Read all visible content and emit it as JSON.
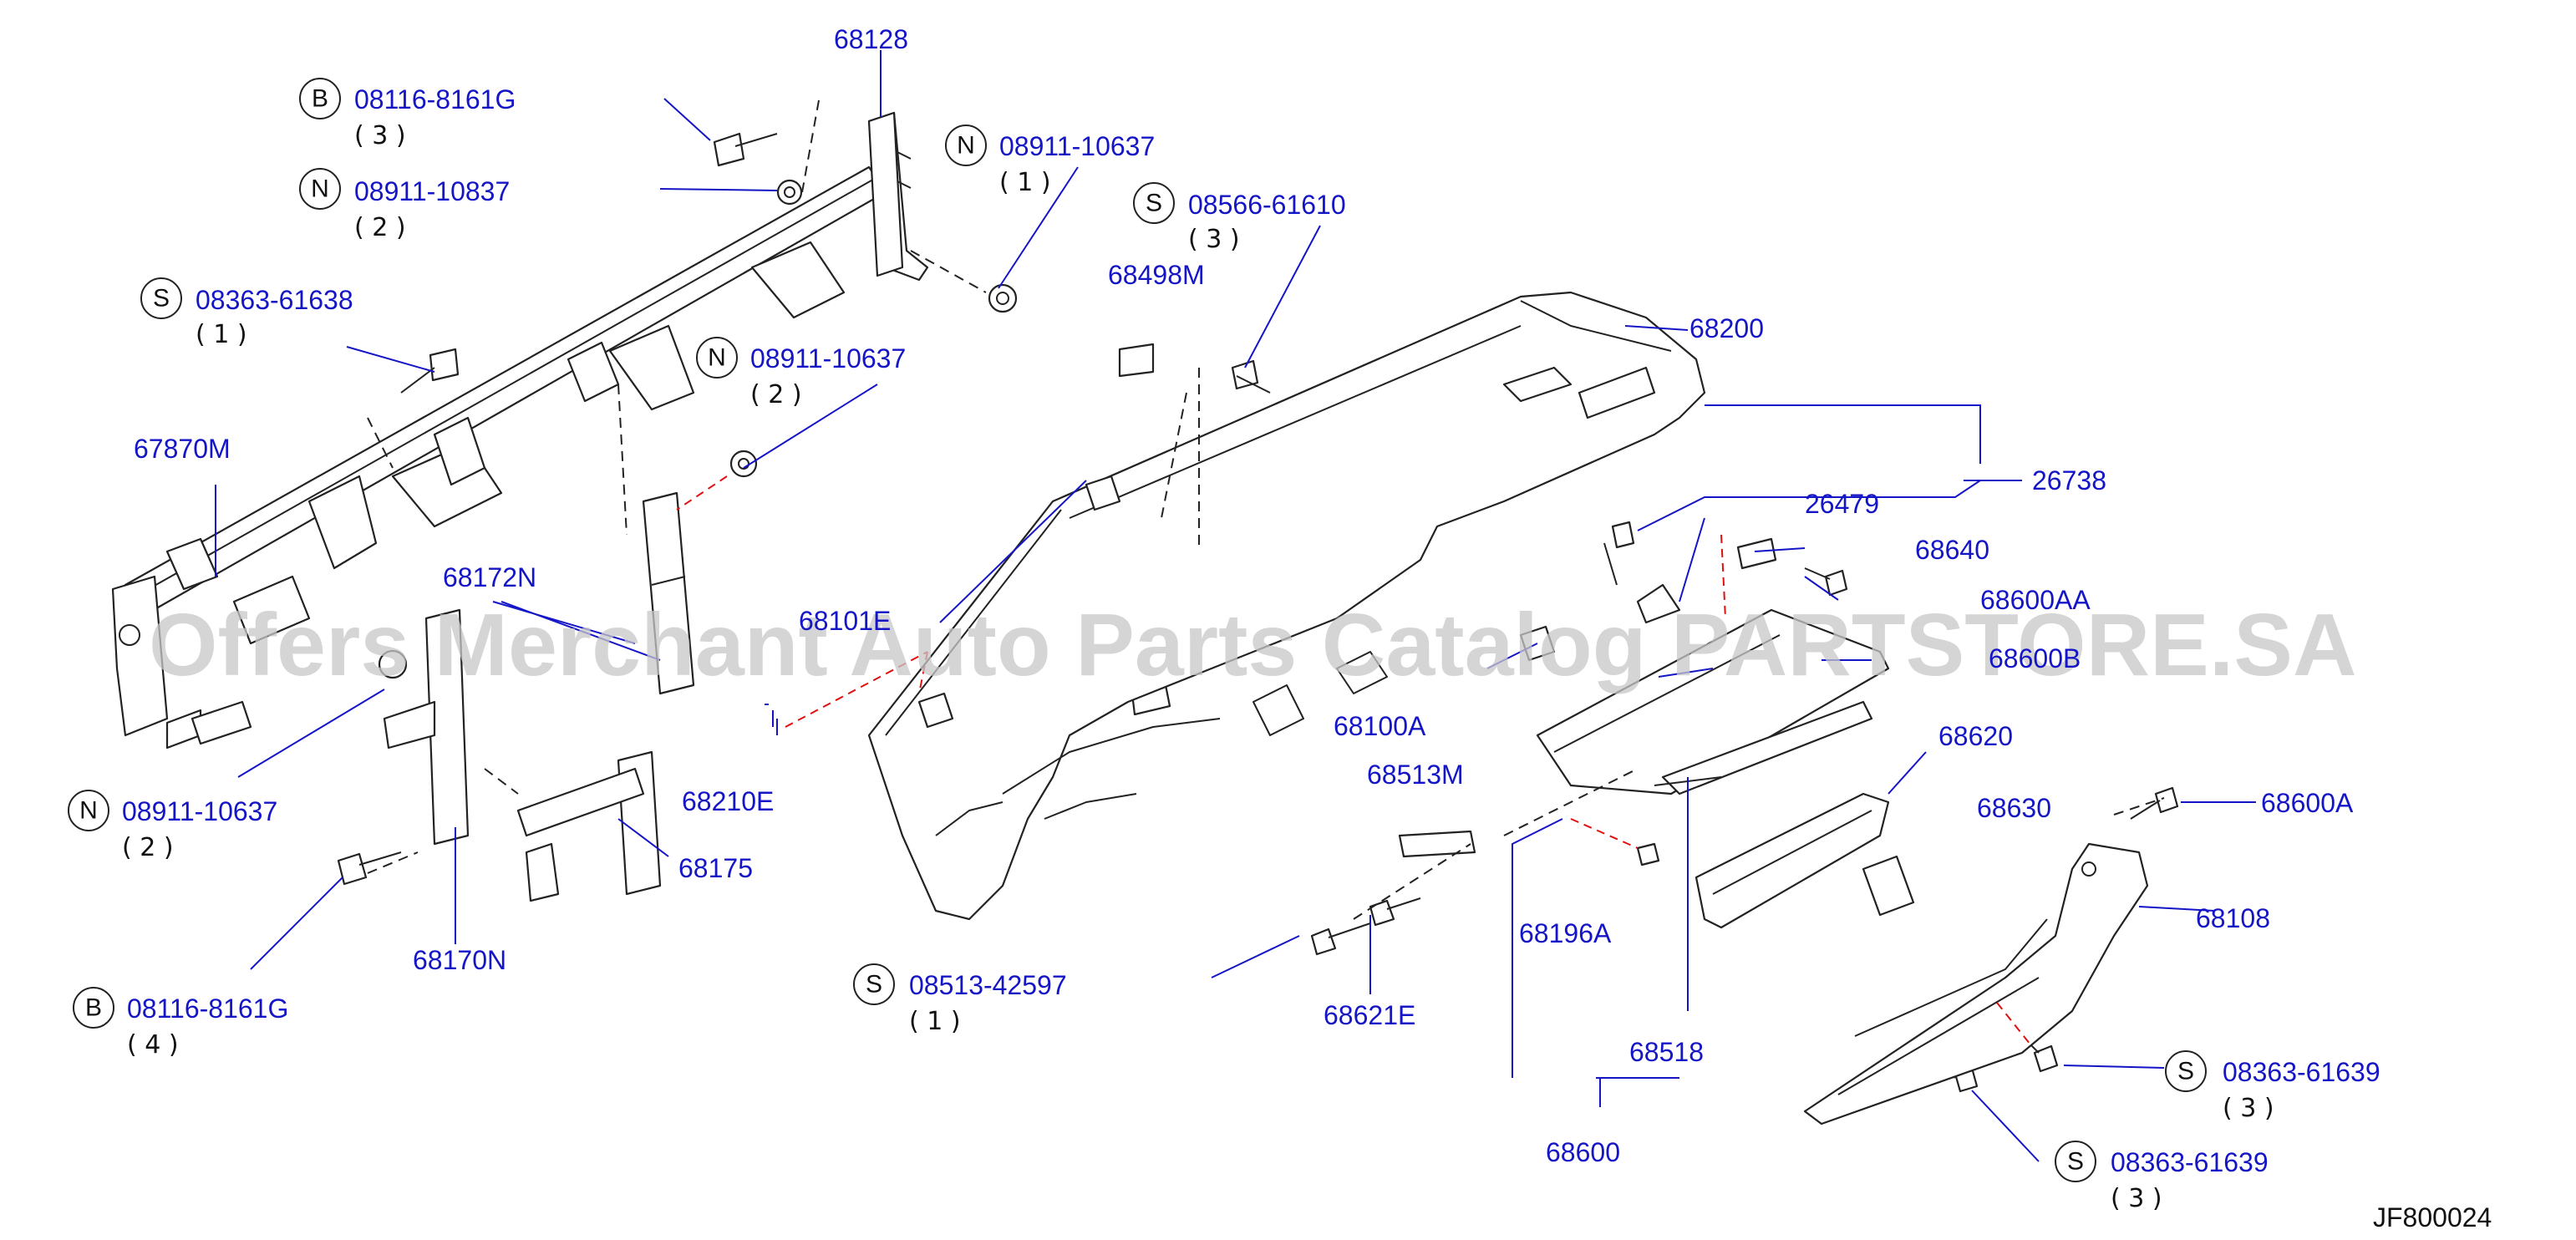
{
  "diagram_code": "JF800024",
  "watermark": "Offers Merchant Auto Parts Catalog PARTSTORE.SA",
  "colors": {
    "label": "#1515c8",
    "line": "#222222",
    "accent_dash": "#e01010",
    "watermark": "#c8c8c8"
  },
  "parts": [
    {
      "id": "p68128",
      "number": "68128"
    },
    {
      "id": "p68200",
      "number": "68200"
    },
    {
      "id": "p68498M",
      "number": "68498M"
    },
    {
      "id": "p67870M",
      "number": "67870M"
    },
    {
      "id": "p68172N",
      "number": "68172N"
    },
    {
      "id": "p68101E",
      "number": "68101E"
    },
    {
      "id": "p68210E",
      "number": "68210E"
    },
    {
      "id": "p68175",
      "number": "68175"
    },
    {
      "id": "p68170N",
      "number": "68170N"
    },
    {
      "id": "p26738",
      "number": "26738"
    },
    {
      "id": "p26479",
      "number": "26479"
    },
    {
      "id": "p68640",
      "number": "68640"
    },
    {
      "id": "p68600AA",
      "number": "68600AA"
    },
    {
      "id": "p68600B",
      "number": "68600B"
    },
    {
      "id": "p68100A",
      "number": "68100A"
    },
    {
      "id": "p68620",
      "number": "68620"
    },
    {
      "id": "p68513M",
      "number": "68513M"
    },
    {
      "id": "p68630",
      "number": "68630"
    },
    {
      "id": "p68600A",
      "number": "68600A"
    },
    {
      "id": "p68196A",
      "number": "68196A"
    },
    {
      "id": "p68108",
      "number": "68108"
    },
    {
      "id": "p68621E",
      "number": "68621E"
    },
    {
      "id": "p68518",
      "number": "68518"
    },
    {
      "id": "p68600",
      "number": "68600"
    }
  ],
  "fasteners": [
    {
      "id": "f1",
      "letter": "B",
      "number": "08116-8161G",
      "qty": "( 3 )"
    },
    {
      "id": "f2",
      "letter": "N",
      "number": "08911-10837",
      "qty": "( 2 )"
    },
    {
      "id": "f3",
      "letter": "N",
      "number": "08911-10637",
      "qty": "( 1 )"
    },
    {
      "id": "f4",
      "letter": "S",
      "number": "08566-61610",
      "qty": "( 3 )"
    },
    {
      "id": "f5",
      "letter": "S",
      "number": "08363-61638",
      "qty": "( 1 )"
    },
    {
      "id": "f6",
      "letter": "N",
      "number": "08911-10637",
      "qty": "( 2 )"
    },
    {
      "id": "f7",
      "letter": "N",
      "number": "08911-10637",
      "qty": "( 2 )"
    },
    {
      "id": "f8",
      "letter": "B",
      "number": "08116-8161G",
      "qty": "( 4 )"
    },
    {
      "id": "f9",
      "letter": "S",
      "number": "08513-42597",
      "qty": "( 1 )"
    },
    {
      "id": "f10",
      "letter": "S",
      "number": "08363-61639",
      "qty": "( 3 )"
    },
    {
      "id": "f11",
      "letter": "S",
      "number": "08363-61639",
      "qty": "( 3 )"
    }
  ]
}
